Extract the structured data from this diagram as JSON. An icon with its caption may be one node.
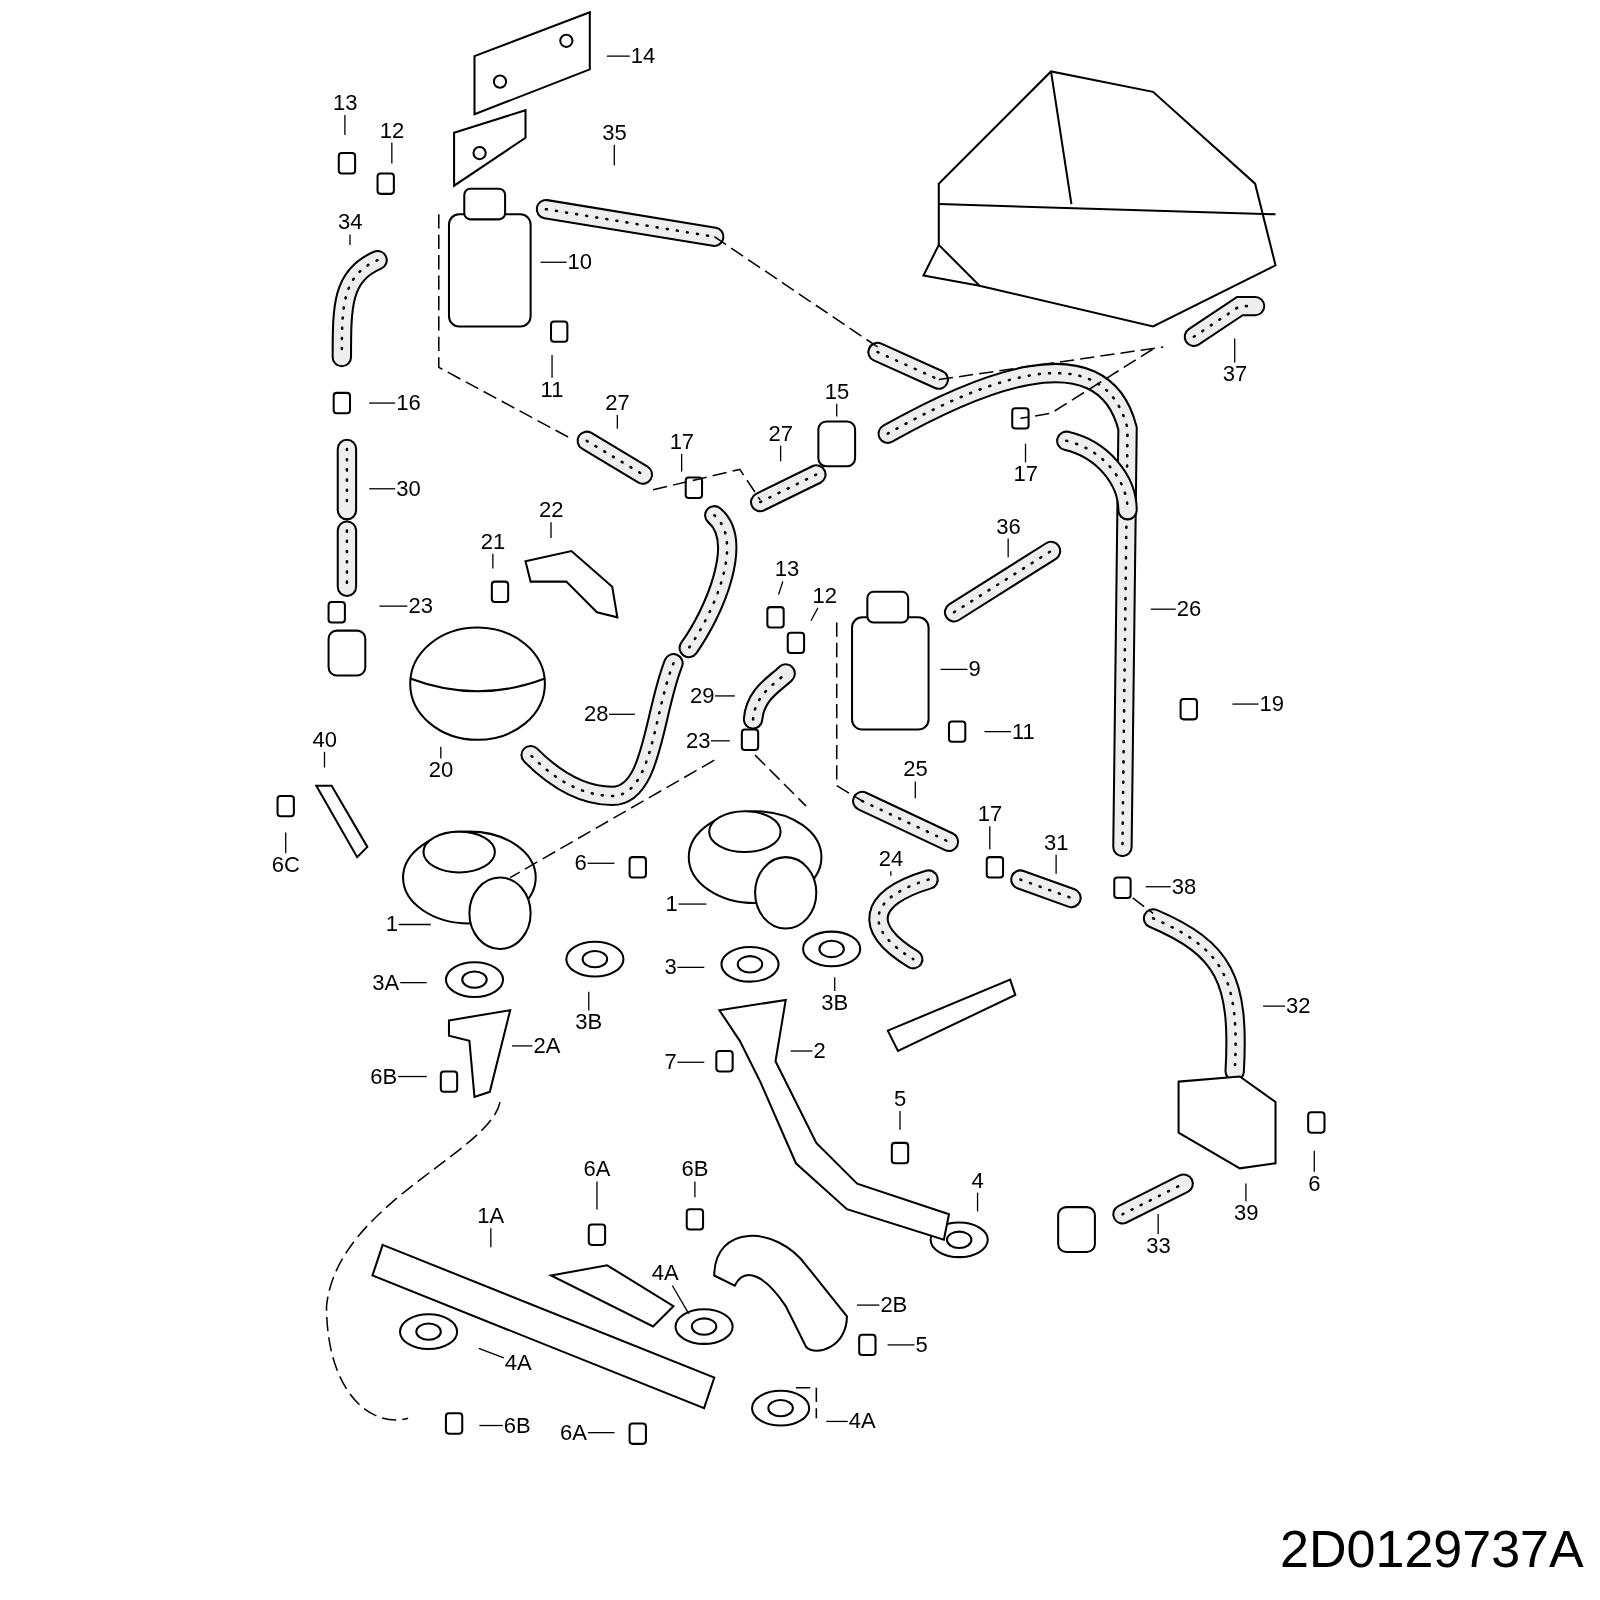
{
  "diagram": {
    "nodes": [
      {
        "text": [
          "14"
        ]
      },
      {
        "text": [
          "13"
        ]
      },
      {
        "text": [
          "12"
        ]
      },
      {
        "text": [
          "35"
        ]
      },
      {
        "text": [
          "34"
        ]
      },
      {
        "text": [
          "10"
        ]
      },
      {
        "text": [
          "11"
        ]
      },
      {
        "text": [
          "37"
        ]
      },
      {
        "text": [
          "16"
        ]
      },
      {
        "text": [
          "27"
        ]
      },
      {
        "text": [
          "15"
        ]
      },
      {
        "text": [
          "17"
        ]
      },
      {
        "text": [
          "27"
        ]
      },
      {
        "text": [
          "17"
        ]
      },
      {
        "text": [
          "30"
        ]
      },
      {
        "text": [
          "22"
        ]
      },
      {
        "text": [
          "21"
        ]
      },
      {
        "text": [
          "36"
        ]
      },
      {
        "text": [
          "13"
        ]
      },
      {
        "text": [
          "12"
        ]
      },
      {
        "text": [
          "23"
        ]
      },
      {
        "text": [
          "26"
        ]
      },
      {
        "text": [
          "9"
        ]
      },
      {
        "text": [
          "29"
        ]
      },
      {
        "text": [
          "19"
        ]
      },
      {
        "text": [
          "28"
        ]
      },
      {
        "text": [
          "11"
        ]
      },
      {
        "text": [
          "23"
        ]
      },
      {
        "text": [
          "40"
        ]
      },
      {
        "text": [
          "20"
        ]
      },
      {
        "text": [
          "25"
        ]
      },
      {
        "text": [
          "17"
        ]
      },
      {
        "text": [
          "31"
        ]
      },
      {
        "text": [
          "6C"
        ]
      },
      {
        "text": [
          "6"
        ]
      },
      {
        "text": [
          "24"
        ]
      },
      {
        "text": [
          "38"
        ]
      },
      {
        "text": [
          "1"
        ]
      },
      {
        "text": [
          "1"
        ]
      },
      {
        "text": [
          "3A"
        ]
      },
      {
        "text": [
          "3"
        ]
      },
      {
        "text": [
          "3B"
        ]
      },
      {
        "text": [
          "3B"
        ]
      },
      {
        "text": [
          "32"
        ]
      },
      {
        "text": [
          "2A"
        ]
      },
      {
        "text": [
          "7"
        ]
      },
      {
        "text": [
          "2"
        ]
      },
      {
        "text": [
          "6B"
        ]
      },
      {
        "text": [
          "5"
        ]
      },
      {
        "text": [
          "6A"
        ]
      },
      {
        "text": [
          "6B"
        ]
      },
      {
        "text": [
          "4"
        ]
      },
      {
        "text": [
          "6"
        ]
      },
      {
        "text": [
          "39"
        ]
      },
      {
        "text": [
          "1A"
        ]
      },
      {
        "text": [
          "33"
        ]
      },
      {
        "text": [
          "4A"
        ]
      },
      {
        "text": [
          "2B"
        ]
      },
      {
        "text": [
          "4A"
        ]
      },
      {
        "text": [
          "5"
        ]
      },
      {
        "text": [
          "6B"
        ]
      },
      {
        "text": [
          "6A"
        ]
      },
      {
        "text": [
          "4A"
        ]
      }
    ],
    "edges": [
      {
        "from": 0,
        "to": null,
        "arrow": "none"
      },
      {
        "from": 1,
        "to": null,
        "arrow": "none"
      },
      {
        "from": 2,
        "to": null,
        "arrow": "none"
      },
      {
        "from": 3,
        "to": null,
        "arrow": "none"
      },
      {
        "from": 4,
        "to": null,
        "arrow": "none"
      },
      {
        "from": 5,
        "to": null,
        "arrow": "none"
      },
      {
        "from": 6,
        "to": null,
        "arrow": "none"
      },
      {
        "from": 7,
        "to": null,
        "arrow": "none"
      },
      {
        "from": 8,
        "to": null,
        "arrow": "none"
      },
      {
        "from": 9,
        "to": null,
        "arrow": "none"
      },
      {
        "from": 10,
        "to": null,
        "arrow": "none"
      },
      {
        "from": 11,
        "to": null,
        "arrow": "none"
      },
      {
        "from": 12,
        "to": null,
        "arrow": "none"
      },
      {
        "from": 13,
        "to": null,
        "arrow": "none"
      },
      {
        "from": 14,
        "to": null,
        "arrow": "none"
      },
      {
        "from": 15,
        "to": null,
        "arrow": "none"
      },
      {
        "from": 16,
        "to": null,
        "arrow": "none"
      },
      {
        "from": 17,
        "to": null,
        "arrow": "none"
      },
      {
        "from": 18,
        "to": null,
        "arrow": "none"
      },
      {
        "from": 19,
        "to": null,
        "arrow": "none"
      },
      {
        "from": 20,
        "to": null,
        "arrow": "none"
      },
      {
        "from": 21,
        "to": null,
        "arrow": "none"
      },
      {
        "from": 22,
        "to": null,
        "arrow": "none"
      },
      {
        "from": 23,
        "to": null,
        "arrow": "none"
      },
      {
        "from": 24,
        "to": null,
        "arrow": "none"
      },
      {
        "from": 25,
        "to": null,
        "arrow": "none"
      },
      {
        "from": 26,
        "to": null,
        "arrow": "none"
      },
      {
        "from": 27,
        "to": null,
        "arrow": "none"
      },
      {
        "from": 28,
        "to": null,
        "arrow": "none"
      },
      {
        "from": 29,
        "to": null,
        "arrow": "none"
      },
      {
        "from": 30,
        "to": null,
        "arrow": "none"
      },
      {
        "from": 31,
        "to": null,
        "arrow": "none"
      },
      {
        "from": 32,
        "to": null,
        "arrow": "none"
      },
      {
        "from": 33,
        "to": null,
        "arrow": "none"
      },
      {
        "from": 34,
        "to": null,
        "arrow": "none"
      },
      {
        "from": 35,
        "to": null,
        "arrow": "none"
      },
      {
        "from": 36,
        "to": null,
        "arrow": "none"
      },
      {
        "from": 37,
        "to": null,
        "arrow": "none"
      },
      {
        "from": 38,
        "to": null,
        "arrow": "none"
      },
      {
        "from": 39,
        "to": null,
        "arrow": "none"
      },
      {
        "from": 40,
        "to": null,
        "arrow": "none"
      },
      {
        "from": 41,
        "to": null,
        "arrow": "none"
      },
      {
        "from": 42,
        "to": null,
        "arrow": "none"
      },
      {
        "from": 43,
        "to": null,
        "arrow": "none"
      },
      {
        "from": 44,
        "to": null,
        "arrow": "none"
      },
      {
        "from": 45,
        "to": null,
        "arrow": "none"
      },
      {
        "from": 46,
        "to": null,
        "arrow": "none"
      },
      {
        "from": 47,
        "to": null,
        "arrow": "none"
      },
      {
        "from": 48,
        "to": null,
        "arrow": "none"
      },
      {
        "from": 49,
        "to": null,
        "arrow": "none"
      },
      {
        "from": 50,
        "to": null,
        "arrow": "none"
      },
      {
        "from": 51,
        "to": null,
        "arrow": "none"
      },
      {
        "from": 52,
        "to": null,
        "arrow": "none"
      },
      {
        "from": 53,
        "to": null,
        "arrow": "none"
      },
      {
        "from": 54,
        "to": null,
        "arrow": "none"
      },
      {
        "from": 55,
        "to": null,
        "arrow": "none"
      },
      {
        "from": 56,
        "to": null,
        "arrow": "none"
      },
      {
        "from": 57,
        "to": null,
        "arrow": "none"
      },
      {
        "from": 58,
        "to": null,
        "arrow": "none"
      },
      {
        "from": 59,
        "to": null,
        "arrow": "none"
      },
      {
        "from": 60,
        "to": null,
        "arrow": "none"
      },
      {
        "from": 61,
        "to": null,
        "arrow": "none"
      },
      {
        "from": 62,
        "to": null,
        "arrow": "none"
      }
    ],
    "labels": [
      "2D0129737A"
    ]
  }
}
